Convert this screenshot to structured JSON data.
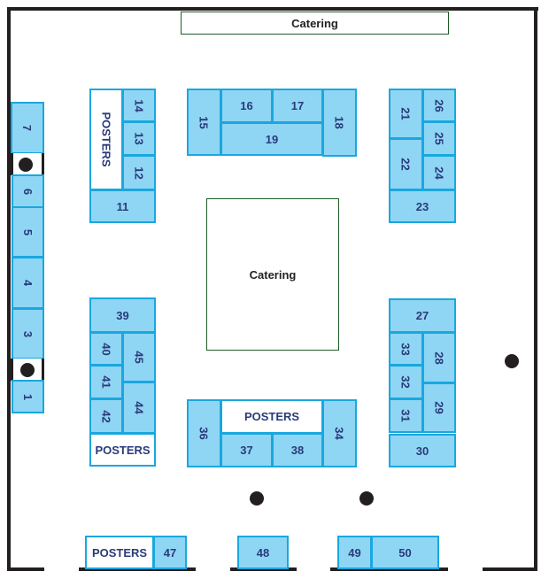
{
  "colors": {
    "booth_fill": "#8fd6f5",
    "booth_border": "#1aa7df",
    "label": "#2b3a7a",
    "catering_border": "#1e5b25",
    "wall": "#231f20"
  },
  "catering": {
    "top": "Catering",
    "center": "Catering"
  },
  "posters_label": "POSTERS",
  "booths": {
    "b1": "1",
    "b3": "3",
    "b4": "4",
    "b5": "5",
    "b6": "6",
    "b7": "7",
    "b11": "11",
    "b12": "12",
    "b13": "13",
    "b14": "14",
    "b15": "15",
    "b16": "16",
    "b17": "17",
    "b18": "18",
    "b19": "19",
    "b21": "21",
    "b22": "22",
    "b23": "23",
    "b24": "24",
    "b25": "25",
    "b26": "26",
    "b27": "27",
    "b28": "28",
    "b29": "29",
    "b30": "30",
    "b31": "31",
    "b32": "32",
    "b33": "33",
    "b34": "34",
    "b36": "36",
    "b37": "37",
    "b38": "38",
    "b39": "39",
    "b40": "40",
    "b41": "41",
    "b42": "42",
    "b44": "44",
    "b45": "45",
    "b47": "47",
    "b48": "48",
    "b49": "49",
    "b50": "50"
  }
}
